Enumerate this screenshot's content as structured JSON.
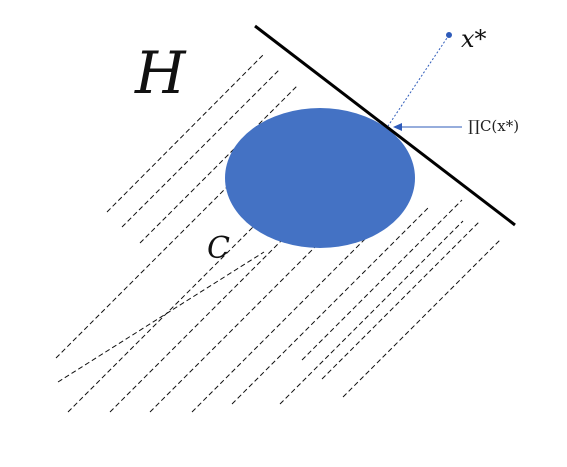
{
  "diagram": {
    "labels": {
      "halfspace": "H",
      "set": "C",
      "point": "x*",
      "projection": "∏C(x*)"
    },
    "colors": {
      "set_fill": "#4472C4",
      "boundary_line": "#000000",
      "hatch": "#111111",
      "projection_line": "#2E5BBA",
      "point": "#2E5BBA"
    }
  }
}
